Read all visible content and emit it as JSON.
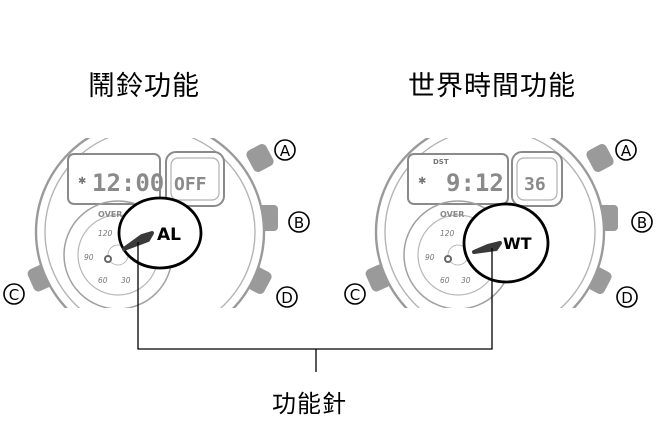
{
  "titles": {
    "left": "鬧鈴功能",
    "right": "世界時間功能"
  },
  "caption": "功能針",
  "left_watch": {
    "time": "12:00",
    "sub_display": "OFF",
    "hand_label": "AL",
    "dial_label": "OVER",
    "dial_numbers": [
      "120",
      "90",
      "60",
      "30"
    ]
  },
  "right_watch": {
    "dst": "DST",
    "time": "9:12",
    "sub_display": "36",
    "hand_label": "WT",
    "dial_label": "OVER",
    "dial_numbers": [
      "120",
      "90",
      "60",
      "30"
    ]
  },
  "buttons": {
    "a": "A",
    "b": "B",
    "c": "C",
    "d": "D"
  }
}
